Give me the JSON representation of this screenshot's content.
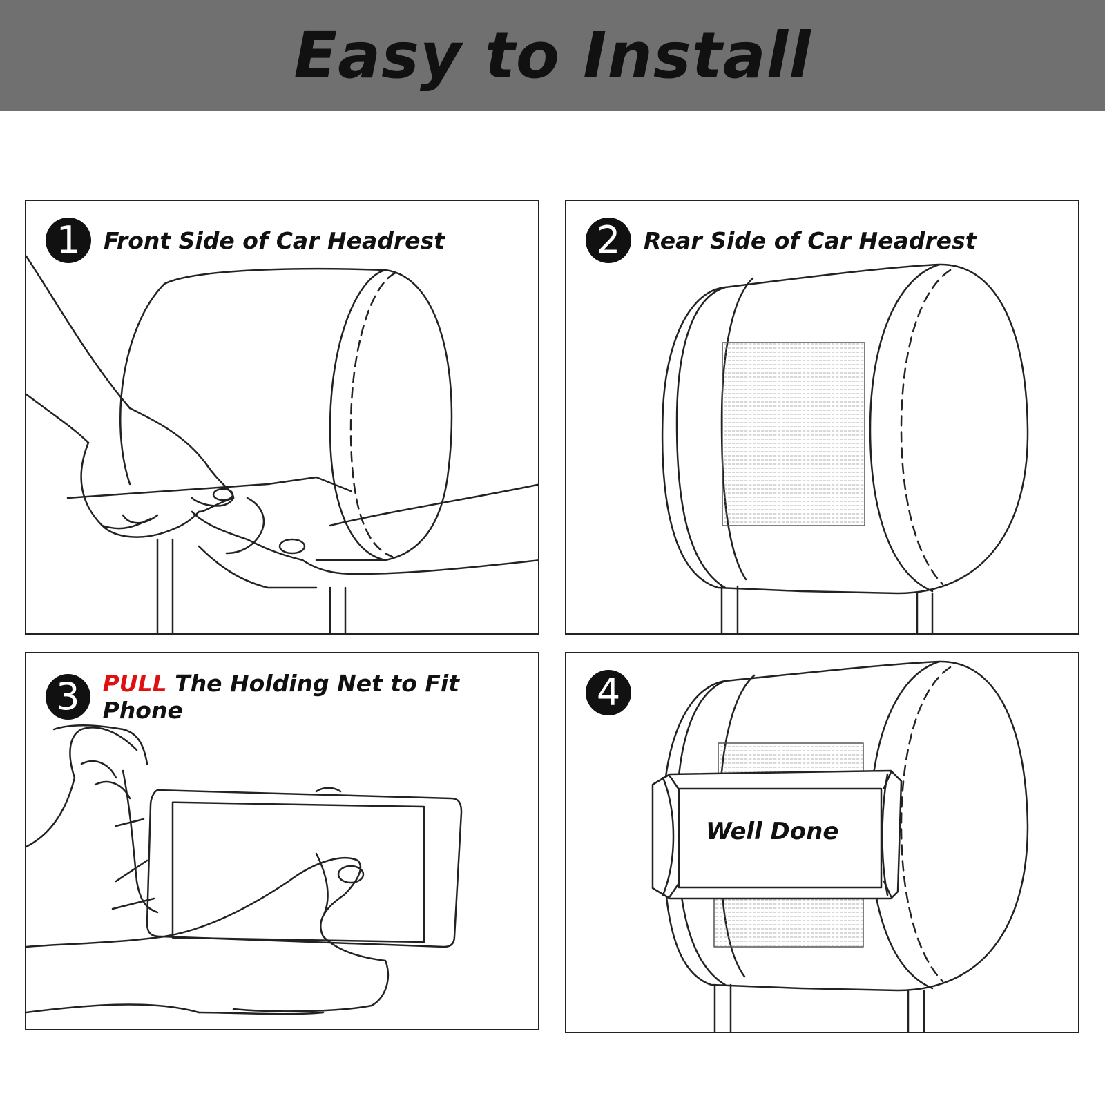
{
  "title": "Easy to Install",
  "steps": [
    {
      "number": "1",
      "text": "Front Side of Car Headrest"
    },
    {
      "number": "2",
      "text": "Rear Side of Car Headrest"
    },
    {
      "number": "3",
      "highlight": "PULL",
      "text": "The Holding Net to Fit Phone"
    },
    {
      "number": "4",
      "caption": "Well Done"
    }
  ],
  "colors": {
    "banner": "#707070",
    "highlight": "#e01010",
    "line": "#222222"
  }
}
